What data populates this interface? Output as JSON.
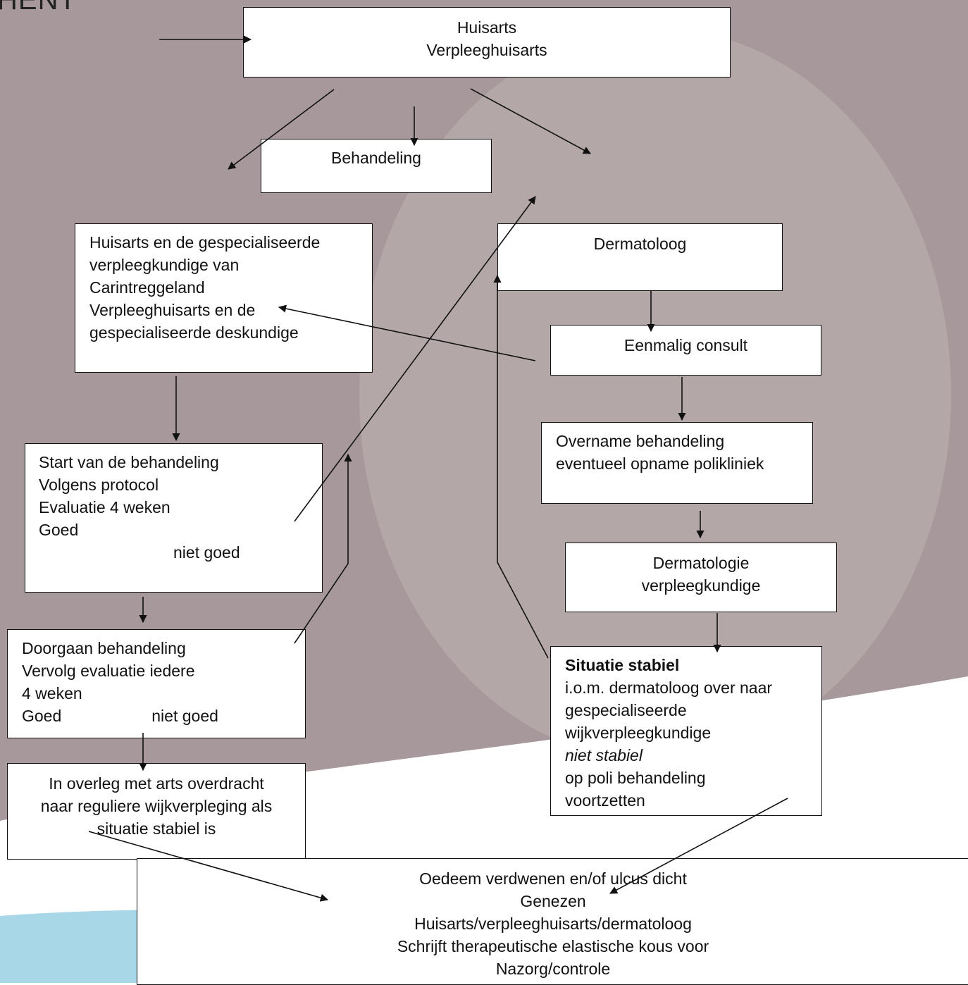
{
  "header": {
    "title": "HENT"
  },
  "colors": {
    "background": "#a7999b",
    "wave_white": "#ffffff",
    "wave_blue": "#a8d8e8",
    "line": "#111111"
  },
  "boxes": {
    "huisarts": {
      "lines": [
        "Huisarts",
        "Verpleeghuisarts"
      ]
    },
    "behandeling": {
      "lines": [
        "Behandeling"
      ]
    },
    "huisarts_gespecialiseerd": {
      "lines": [
        "Huisarts en de gespecialiseerde",
        "verpleegkundige van",
        "Carintreggeland",
        "Verpleeghuisarts en de",
        "gespecialiseerde deskundige"
      ]
    },
    "dermatoloog": {
      "lines": [
        "Dermatoloog"
      ]
    },
    "eenmalig_consult": {
      "lines": [
        "Eenmalig consult"
      ]
    },
    "overname": {
      "lines": [
        "Overname behandeling",
        "eventueel opname polikliniek"
      ]
    },
    "start_behandeling": {
      "lines": [
        "Start van de behandeling",
        "Volgens protocol",
        "Evaluatie 4 weken",
        "Goed",
        "niet goed"
      ]
    },
    "dermatologie_vpk": {
      "lines": [
        "Dermatologie",
        "verpleegkundige"
      ]
    },
    "doorgaan": {
      "lines": [
        "Doorgaan behandeling",
        "Vervolg evaluatie iedere",
        "4 weken",
        "Goed",
        "niet goed"
      ]
    },
    "situatie": {
      "lines": [
        "Situatie stabiel",
        "i.o.m. dermatoloog over naar",
        "gespecialiseerde",
        "wijkverpleegkundige",
        "niet stabiel",
        "op poli behandeling",
        "voortzetten"
      ]
    },
    "overleg": {
      "lines": [
        "In overleg met arts overdracht",
        "naar reguliere wijkverpleging als",
        "situatie stabiel is"
      ]
    },
    "oedeem": {
      "lines": [
        "Oedeem verdwenen en/of ulcus dicht",
        "Genezen",
        "Huisarts/verpleeghuisarts/dermatoloog",
        "Schrijft therapeutische elastische kous voor",
        "Nazorg/controle"
      ]
    }
  }
}
